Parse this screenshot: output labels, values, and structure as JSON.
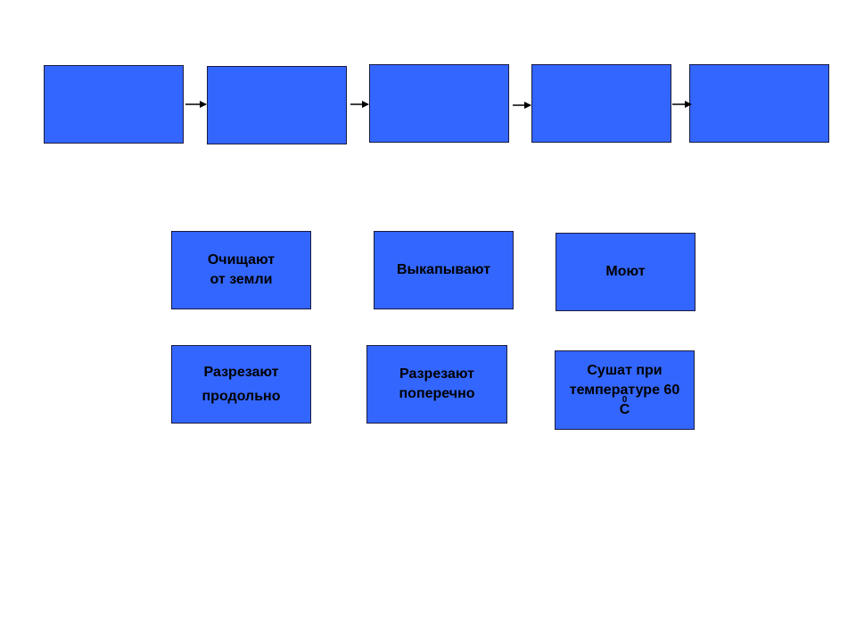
{
  "flow_boxes": [
    "",
    "",
    "",
    "",
    ""
  ],
  "steps": {
    "clean": {
      "line1": "Очищают",
      "line2": "от земли"
    },
    "dig": {
      "line1": "Выкапывают"
    },
    "wash": {
      "line1": "Моют"
    },
    "cut_long": {
      "line1": "Разрезают",
      "line2": "продольно"
    },
    "cut_cross": {
      "line1": "Разрезают",
      "line2": "поперечно"
    },
    "dry": {
      "line1": "Сушат при",
      "line2_prefix": "температуре 60",
      "line2_sup": "0",
      "line2_suffix": "С"
    }
  },
  "colors": {
    "box_fill": "#3366ff",
    "box_border": "#1a1a40",
    "arrow": "#000000",
    "text": "#000000"
  }
}
